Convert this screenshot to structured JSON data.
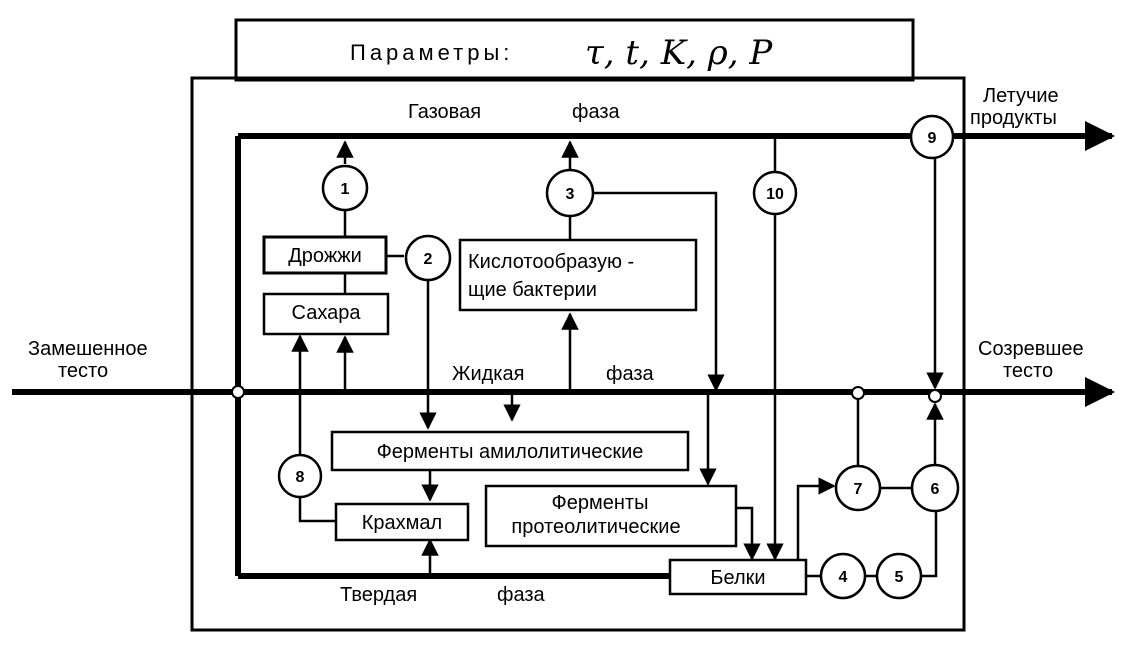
{
  "parameters": {
    "title": "Параметры:",
    "symbols": "τ, t, K, ρ, P"
  },
  "phases": {
    "gas_word": "Газовая",
    "gas_phase": "фаза",
    "liquid_word": "Жидкая",
    "liquid_phase": "фаза",
    "solid_word": "Твердая",
    "solid_phase": "фаза"
  },
  "inputs_outputs": {
    "input_line1": "Замешенное",
    "input_line2": "тесто",
    "output_line1": "Созревшее",
    "output_line2": "тесто",
    "volatile_line1": "Летучие",
    "volatile_line2": "продукты"
  },
  "boxes": {
    "yeast": "Дрожжи",
    "sugar": "Сахара",
    "acid_bacteria_line1": "Кислотообразую -",
    "acid_bacteria_line2": "щие бактерии",
    "amylolytic": "Ферменты амилолитические",
    "proteolytic_line1": "Ферменты",
    "proteolytic_line2": "протеолитические",
    "starch": "Крахмал",
    "proteins": "Белки"
  },
  "nodes": [
    "1",
    "2",
    "3",
    "4",
    "5",
    "6",
    "7",
    "8",
    "9",
    "10"
  ]
}
